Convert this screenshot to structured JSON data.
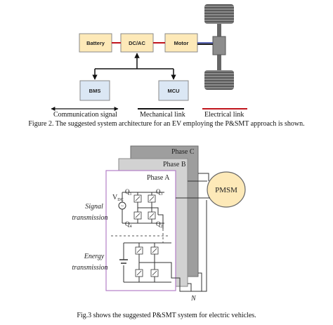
{
  "fig2": {
    "blocks": {
      "battery": "Battery",
      "dcac": "DC/AC",
      "motor": "Motor",
      "bms": "BMS",
      "mcu": "MCU"
    },
    "legend": {
      "communication": "Communication signal",
      "mechanical": "Mechanical link",
      "electrical": "Electrical link"
    },
    "caption": "Figure 2. The suggested system architecture for an EV employing the P&SMT approach is shown."
  },
  "fig3": {
    "phases": {
      "c": "Phase C",
      "b": "Phase B",
      "a": "Phase A"
    },
    "pmsm": "PMSM",
    "vdc": "V",
    "vdc_sub": "DC",
    "switches": {
      "q1": "Q",
      "q1_sub": "1",
      "q3": "Q",
      "q3_sub": "3",
      "q4": "Q",
      "q4_sub": "4",
      "q2": "Q",
      "q2_sub": "2"
    },
    "signal_line1": "Signal",
    "signal_line2": "transmission",
    "energy_line1": "Energy",
    "energy_line2": "transmission",
    "neutral": "N",
    "caption": "Fig.3 shows the suggested P&SMT system for electric vehicles."
  },
  "colors": {
    "block_fill": "#fde9b8",
    "block_fill2": "#dbe7f4",
    "electrical": "#c0141c",
    "mechanical": "#222222",
    "phase_c": "#9e9e9e",
    "phase_b": "#cfcfcf",
    "phase_a_border": "#b37fc7",
    "pmsm_fill": "#fde9b8"
  }
}
